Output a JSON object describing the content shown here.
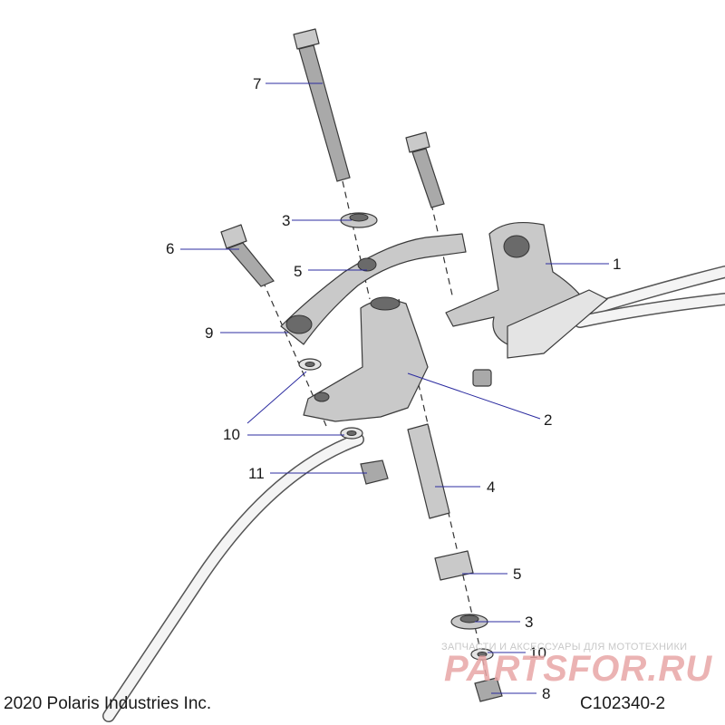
{
  "callouts": [
    {
      "id": "c7",
      "label": "7"
    },
    {
      "id": "c3a",
      "label": "3"
    },
    {
      "id": "c6",
      "label": "6"
    },
    {
      "id": "c5a",
      "label": "5"
    },
    {
      "id": "c1",
      "label": "1"
    },
    {
      "id": "c9",
      "label": "9"
    },
    {
      "id": "c2",
      "label": "2"
    },
    {
      "id": "c10a",
      "label": "10"
    },
    {
      "id": "c11",
      "label": "11"
    },
    {
      "id": "c4",
      "label": "4"
    },
    {
      "id": "c5b",
      "label": "5"
    },
    {
      "id": "c3b",
      "label": "3"
    },
    {
      "id": "c10b",
      "label": "10"
    },
    {
      "id": "c8",
      "label": "8"
    }
  ],
  "footer": {
    "copyright": "2020 Polaris Industries Inc.",
    "code": "C102340-2"
  },
  "watermark": {
    "tagline": "ЗАПЧАСТИ И АКСЕССУАРЫ ДЛЯ МОТОТЕХНИКИ",
    "logo": "PARTSFOR.RU"
  },
  "colors": {
    "leader": "#2c2ca0",
    "part_fill": "#c9c9c9",
    "watermark_logo": "#e8a6a6"
  }
}
